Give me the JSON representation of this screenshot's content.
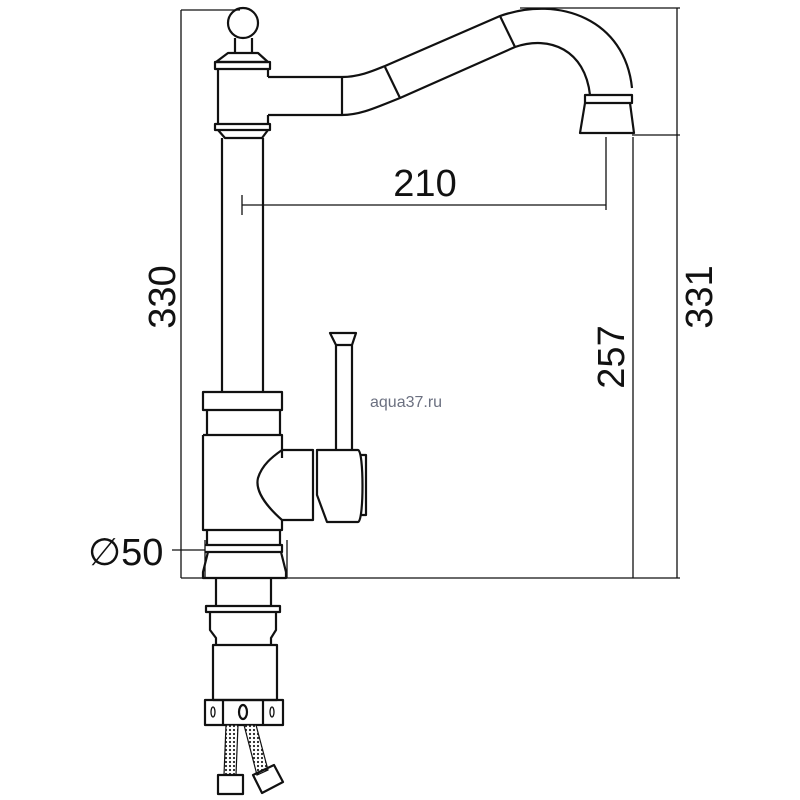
{
  "dimensions": {
    "total_height": "330",
    "spout_reach": "210",
    "spout_clearance": "257",
    "overall_height": "331",
    "base_diameter": "∅50"
  },
  "watermark": "aqua37.ru",
  "colors": {
    "line": "#111111",
    "watermark": "#6b7080"
  }
}
